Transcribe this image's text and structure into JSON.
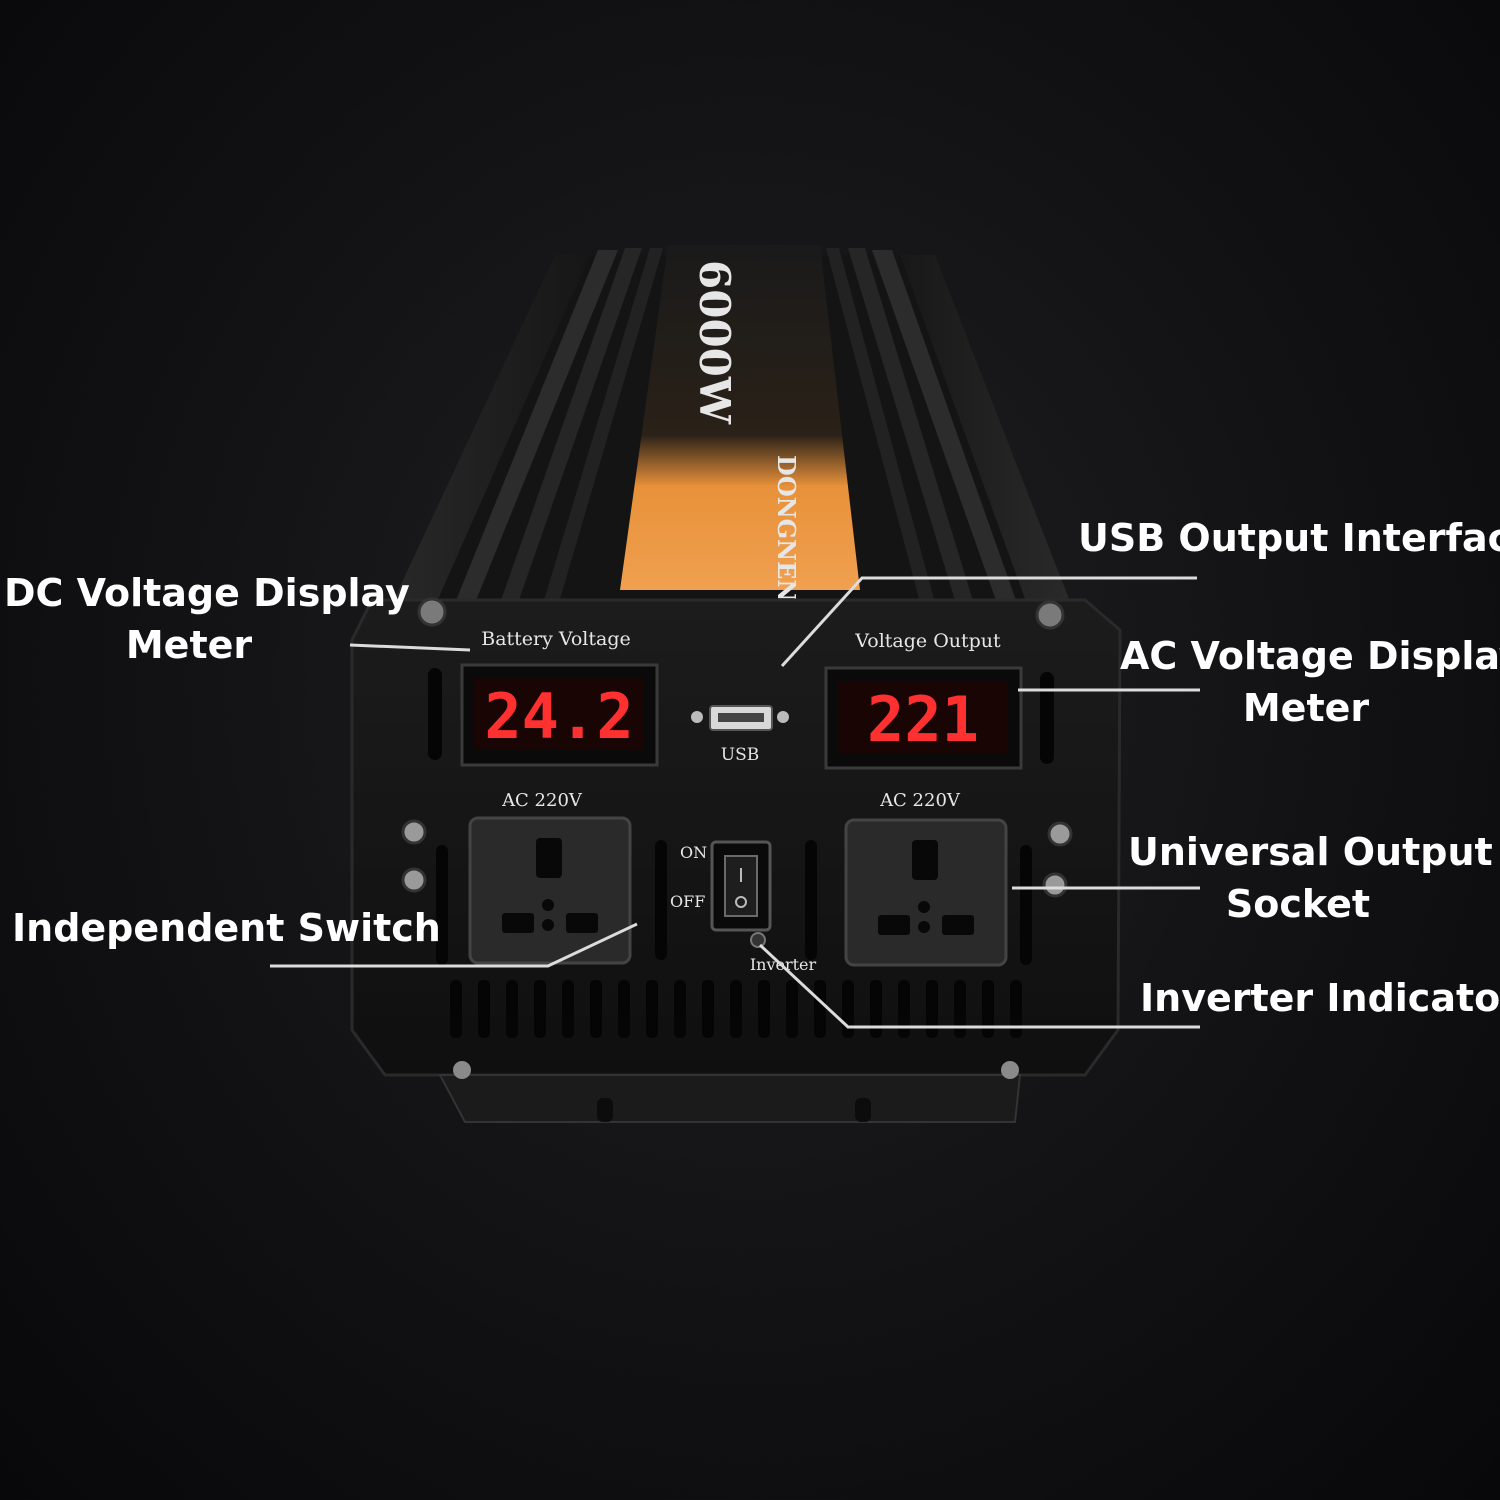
{
  "callouts": {
    "dc_meter": {
      "line1": "DC Voltage Display",
      "line2": "Meter"
    },
    "usb_output": "USB Output Interface",
    "ac_meter": {
      "line1": "AC Voltage Display",
      "line2": "Meter"
    },
    "universal_socket": {
      "line1": "Universal Output",
      "line2": "Socket"
    },
    "independent_switch": "Independent Switch",
    "inverter_indicator": "Inverter Indicator"
  },
  "panel": {
    "battery_voltage_label": "Battery Voltage",
    "voltage_output_label": "Voltage Output",
    "battery_voltage_value": "24.2",
    "voltage_output_value": "221",
    "usb_label": "USB",
    "ac_left_label": "AC 220V",
    "ac_right_label": "AC 220V",
    "switch_on_label": "ON",
    "switch_off_label": "OFF",
    "inverter_label": "Inverter"
  },
  "housing": {
    "power_rating": "6000W",
    "brand_roman": "DONGNENG"
  },
  "colors": {
    "lcd_digit": "#ff3030",
    "label_band": "#e8913a",
    "housing": "#151515",
    "callout_text": "#ffffff"
  }
}
